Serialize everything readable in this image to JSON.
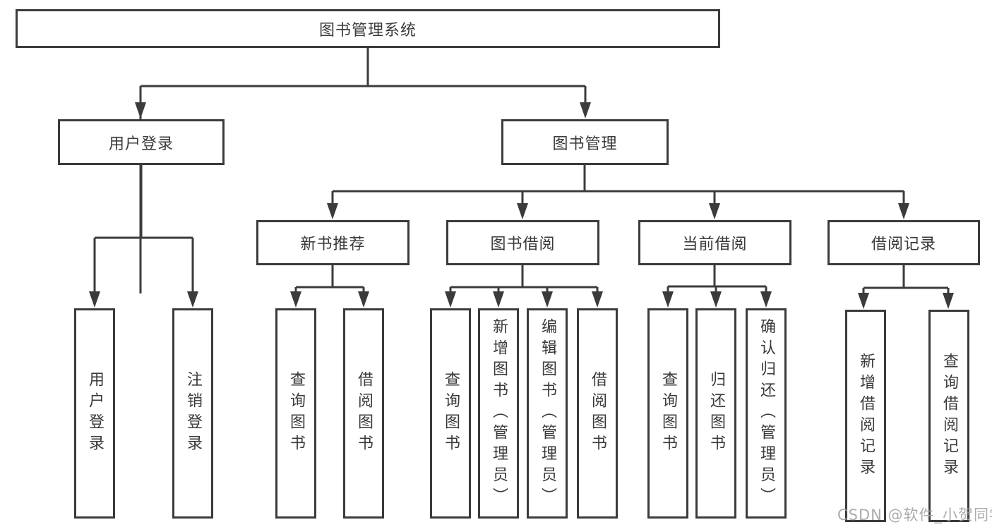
{
  "colors": {
    "line": "#3b3b3d",
    "text": "#3a3a3e",
    "background": "#ffffff",
    "watermark": "#a5a5a8"
  },
  "watermark": {
    "text": "CSDN @软件_小贺同学"
  },
  "tree": {
    "root": {
      "label": "图书管理系统",
      "children": [
        {
          "label": "用户登录",
          "children": [
            {
              "label": "用户登录"
            },
            {
              "label": "注销登录"
            }
          ]
        },
        {
          "label": "图书管理",
          "children": [
            {
              "label": "新书推荐",
              "children": [
                {
                  "label": "查询图书"
                },
                {
                  "label": "借阅图书"
                }
              ]
            },
            {
              "label": "图书借阅",
              "children": [
                {
                  "label": "查询图书"
                },
                {
                  "label": "新增图书（管理员）"
                },
                {
                  "label": "编辑图书（管理员）"
                },
                {
                  "label": "借阅图书"
                }
              ]
            },
            {
              "label": "当前借阅",
              "children": [
                {
                  "label": "查询图书"
                },
                {
                  "label": "归还图书"
                },
                {
                  "label": "确认归还（管理员）"
                }
              ]
            },
            {
              "label": "借阅记录",
              "children": [
                {
                  "label": "新增借阅记录"
                },
                {
                  "label": "查询借阅记录"
                }
              ]
            }
          ]
        }
      ]
    }
  }
}
